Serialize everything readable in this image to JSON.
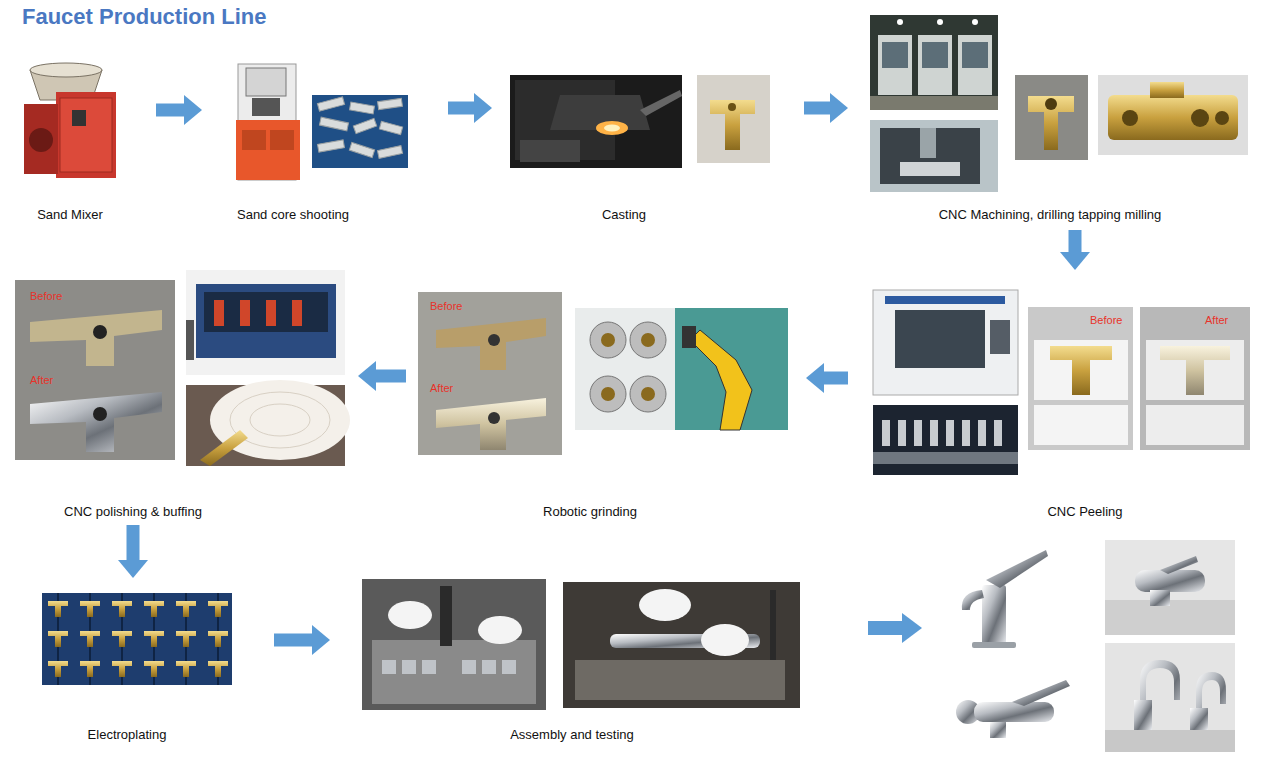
{
  "diagram": {
    "title": "Faucet Production Line",
    "nodes": [
      {
        "text": [
          "Sand Mixer"
        ]
      },
      {
        "text": [
          "Sand core shooting"
        ]
      },
      {
        "text": [
          "Casting"
        ]
      },
      {
        "text": [
          "CNC Machining, drilling tapping milling"
        ]
      },
      {
        "text": [
          "CNC Peeling"
        ]
      },
      {
        "text": [
          "Robotic grinding"
        ]
      },
      {
        "text": [
          "CNC polishing & buffing"
        ]
      },
      {
        "text": [
          "Electroplating"
        ]
      },
      {
        "text": [
          "Assembly and testing"
        ]
      }
    ],
    "edges": [
      {
        "from": 0,
        "to": 1,
        "arrow": "to"
      },
      {
        "from": 1,
        "to": 2,
        "arrow": "to"
      },
      {
        "from": 2,
        "to": 3,
        "arrow": "to"
      },
      {
        "from": 3,
        "to": 4,
        "arrow": "to"
      },
      {
        "from": 4,
        "to": 5,
        "arrow": "to"
      },
      {
        "from": 5,
        "to": 6,
        "arrow": "to"
      },
      {
        "from": 6,
        "to": 7,
        "arrow": "to"
      },
      {
        "from": 7,
        "to": 8,
        "arrow": "to"
      }
    ],
    "labels": [
      "Before",
      "After",
      "Before",
      "After",
      "Before",
      "After"
    ]
  }
}
